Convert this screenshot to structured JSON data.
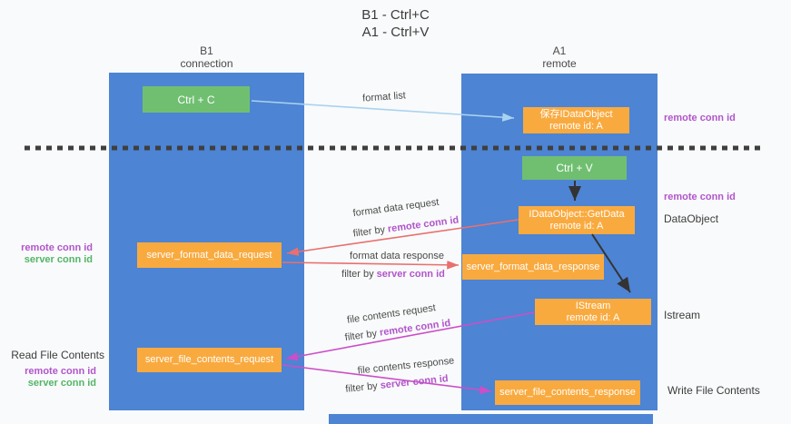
{
  "title": {
    "line1": "B1 - Ctrl+C",
    "line2": "A1 - Ctrl+V"
  },
  "lanes": {
    "left": {
      "header_line1": "B1",
      "header_line2": "connection"
    },
    "right": {
      "header_line1": "A1",
      "header_line2": "remote"
    }
  },
  "boxes": {
    "ctrl_c": "Ctrl + C",
    "ctrl_v": "Ctrl + V",
    "save_dataobject": {
      "line1": "保存IDataObject",
      "line2": "remote id: A"
    },
    "getdata": {
      "line1": "IDataObject::GetData",
      "line2": "remote id: A"
    },
    "istream": {
      "line1": "IStream",
      "line2": "remote id: A"
    },
    "format_request": "server_format_data_request",
    "format_response": "server_format_data_response",
    "file_request": "server_file_contents_request",
    "file_response": "server_file_contents_response"
  },
  "right_labels": {
    "remote_conn_id_1": "remote conn id",
    "remote_conn_id_2": "remote conn id",
    "dataobject": "DataObject",
    "istream": "Istream",
    "write_file_contents": "Write File Contents"
  },
  "left_labels": {
    "remote_conn_id_1": "remote conn id",
    "server_conn_id_1": "server conn id",
    "read_file_contents": "Read File Contents",
    "remote_conn_id_2": "remote conn id",
    "server_conn_id_2": "server conn id"
  },
  "arrow_labels": {
    "format_list": "format list",
    "format_data_request": "format data request",
    "filter_prefix_1": "filter by ",
    "filter_value_1": "remote conn id",
    "format_data_response": "format data response",
    "filter_prefix_2": "filter by ",
    "filter_value_2": "server conn id",
    "file_contents_request": "file contents request",
    "filter_prefix_3": "filter by ",
    "filter_value_3": "remote conn id",
    "file_contents_response": "file contents response",
    "filter_prefix_4": "filter by ",
    "filter_value_4": "server conn id"
  },
  "colors": {
    "lane_blue": "#4d84d3",
    "box_green": "#70bf71",
    "box_orange": "#f9aa3f",
    "arrow_lightblue": "#a8d2f0",
    "arrow_red": "#e87070",
    "arrow_magenta": "#cb4fc8",
    "arrow_dark": "#333333",
    "dashed_line": "#3f3f3f",
    "text_purple": "#b155cb",
    "text_green": "#53b567",
    "text_dark": "#3c3c3c"
  }
}
